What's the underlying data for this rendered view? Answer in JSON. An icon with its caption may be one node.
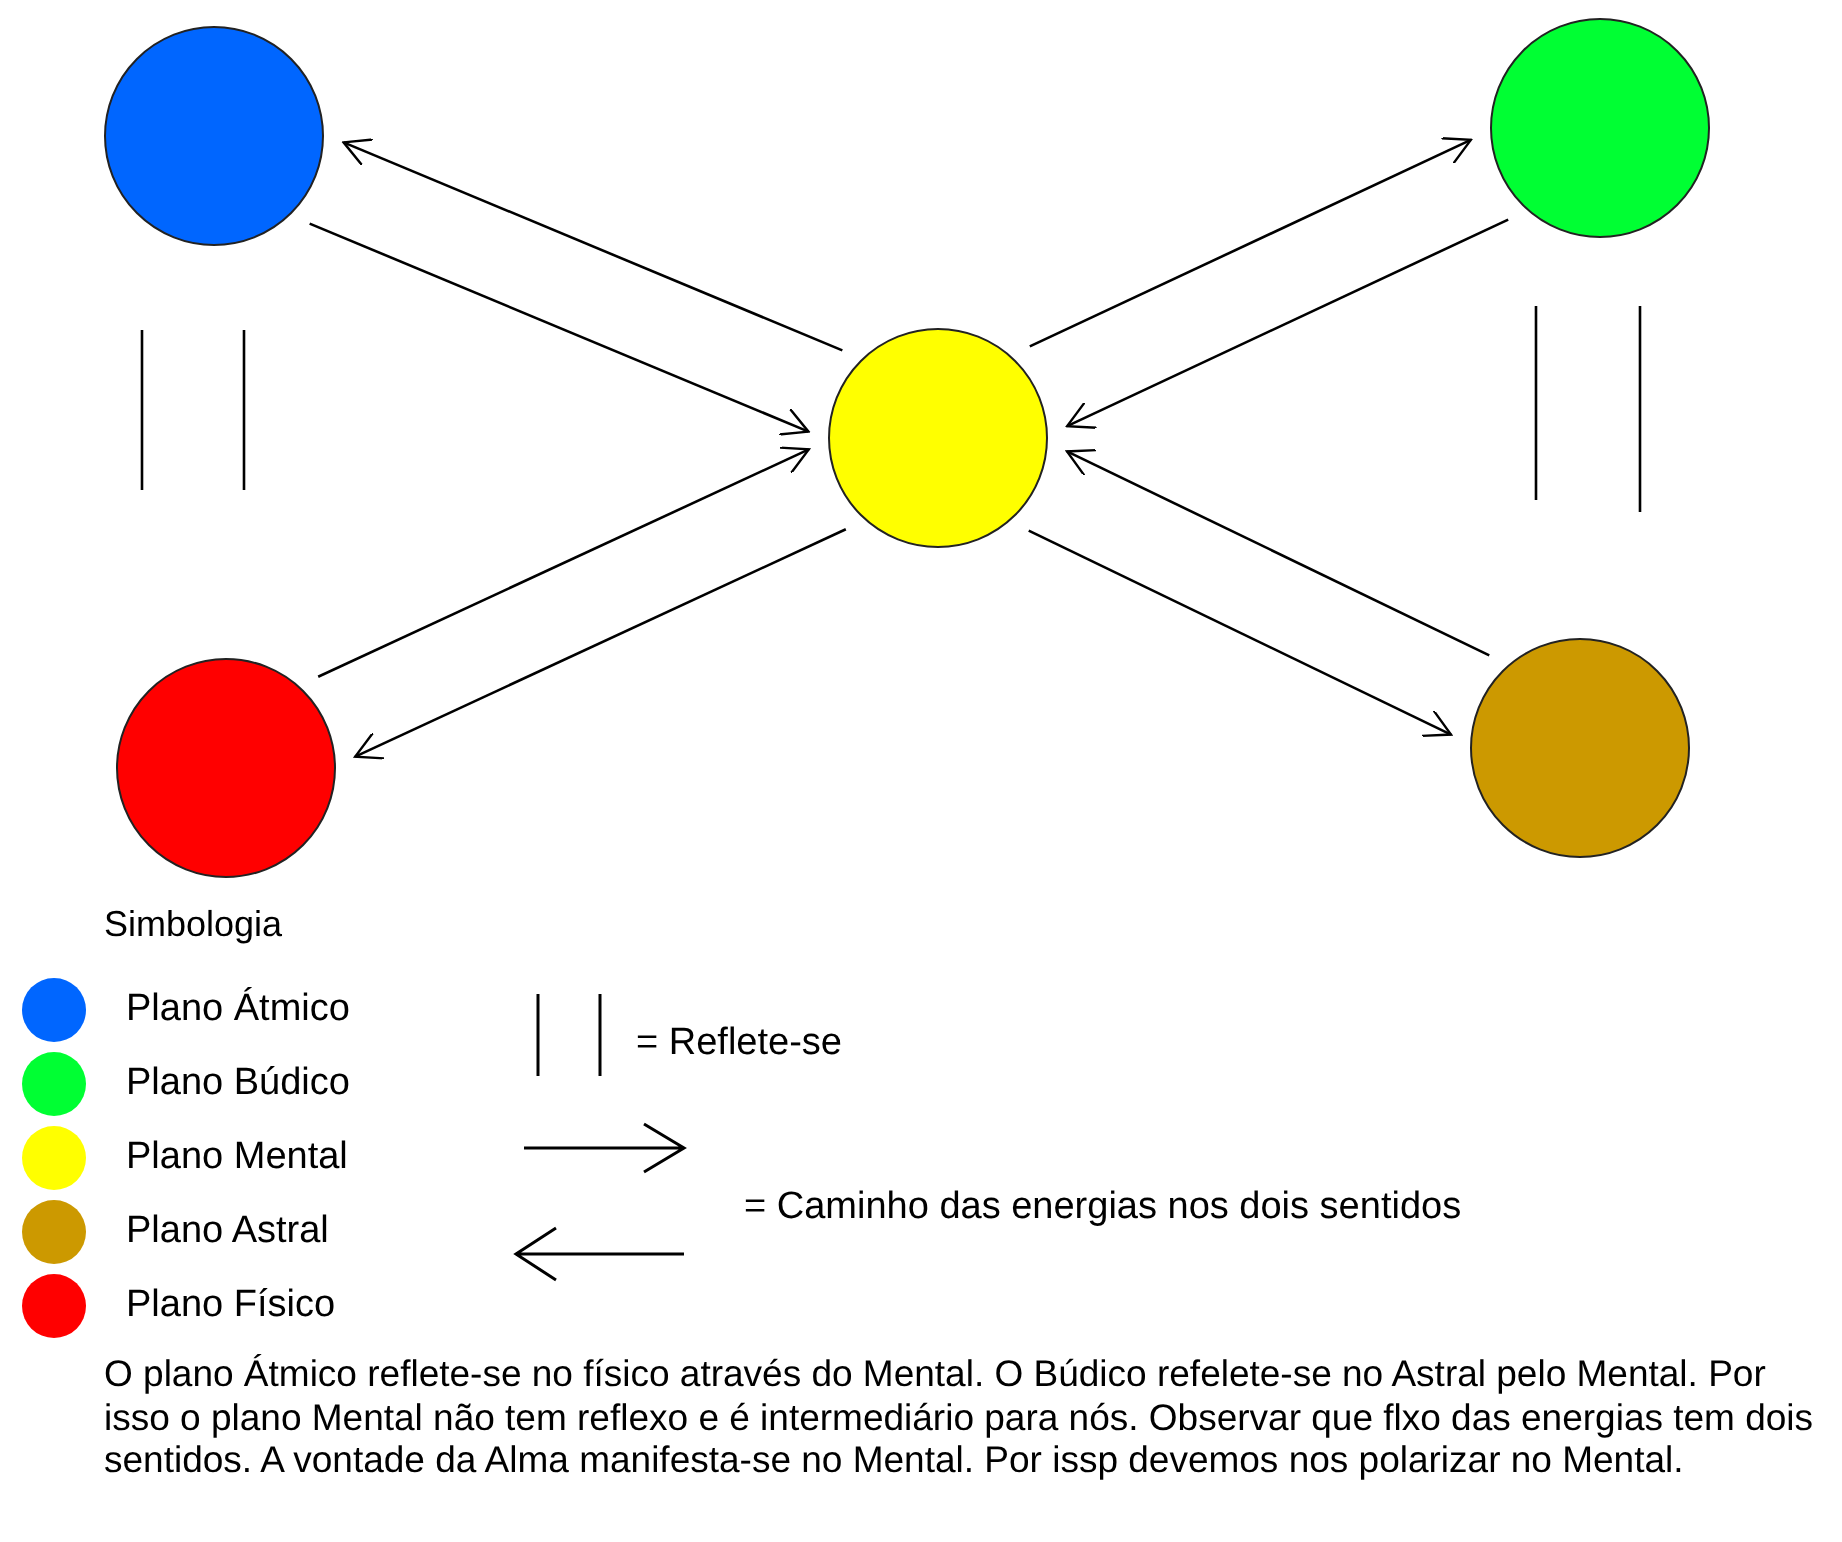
{
  "diagram": {
    "nodes": [
      {
        "text": [],
        "shape": "circle"
      },
      {
        "text": [],
        "shape": "circle"
      },
      {
        "text": [],
        "shape": "circle"
      },
      {
        "text": [],
        "shape": "circle"
      },
      {
        "text": [],
        "shape": "circle"
      }
    ],
    "edges": [
      {
        "from": 0,
        "to": 2,
        "arrow": "to"
      },
      {
        "from": 2,
        "to": 0,
        "arrow": "to"
      },
      {
        "from": 1,
        "to": 2,
        "arrow": "to"
      },
      {
        "from": 2,
        "to": 1,
        "arrow": "to"
      },
      {
        "from": 2,
        "to": 3,
        "arrow": "to"
      },
      {
        "from": 3,
        "to": 2,
        "arrow": "to"
      },
      {
        "from": 4,
        "to": 2,
        "arrow": "to"
      },
      {
        "from": 2,
        "to": 4,
        "arrow": "to"
      }
    ],
    "labels": [
      "Simbologia",
      "O plano Átmico reflete-se no físico através do Mental.  O Búdico refelete-se no Astral pelo Mental. Por isso o plano Mental não tem reflexo e é intermediário para nós. Observar que  flxo das energias tem dois sentidos. A vontade da Alma manifesta-se no Mental. Por issp devemos nos polarizar no Mental."
    ],
    "legend": [
      {
        "text": "Plano Átmico",
        "color": "#0066ff"
      },
      {
        "text": "Plano Búdico",
        "color": "#00ff33"
      },
      {
        "text": "Plano Mental",
        "color": "#ffff00"
      },
      {
        "text": "Plano Astral",
        "color": "#cc9900"
      },
      {
        "text": "Plano Físico",
        "color": "#ff0000"
      },
      {
        "text": "= Reflete-se"
      },
      {
        "text": "= Caminho das energias nos dois sentidos"
      }
    ]
  }
}
